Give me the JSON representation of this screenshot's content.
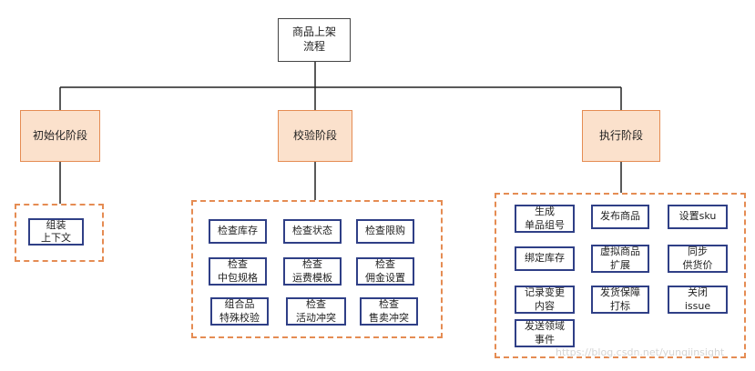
{
  "root": {
    "label": "商品上架\n流程"
  },
  "stages": [
    {
      "label": "初始化阶段",
      "tasks": [
        "组装\n上下文"
      ]
    },
    {
      "label": "校验阶段",
      "tasks": [
        "检查库存",
        "检查状态",
        "检查限购",
        "检查\n中包规格",
        "检查\n运费模板",
        "检查\n佣金设置",
        "组合品\n特殊校验",
        "检查\n活动冲突",
        "检查\n售卖冲突"
      ]
    },
    {
      "label": "执行阶段",
      "tasks": [
        "生成\n单品组号",
        "发布商品",
        "设置sku",
        "绑定库存",
        "虚拟商品\n扩展",
        "同步\n供货价",
        "记录变更\n内容",
        "发货保障\n打标",
        "关闭\nissue",
        "发送领域\n事件"
      ]
    }
  ],
  "watermark": "https://blog.csdn.net/yunqiinsight",
  "colors": {
    "stage_fill": "#fbe1cc",
    "stage_border": "#e58c53",
    "task_border": "#2f3f86",
    "connector": "#222222"
  }
}
